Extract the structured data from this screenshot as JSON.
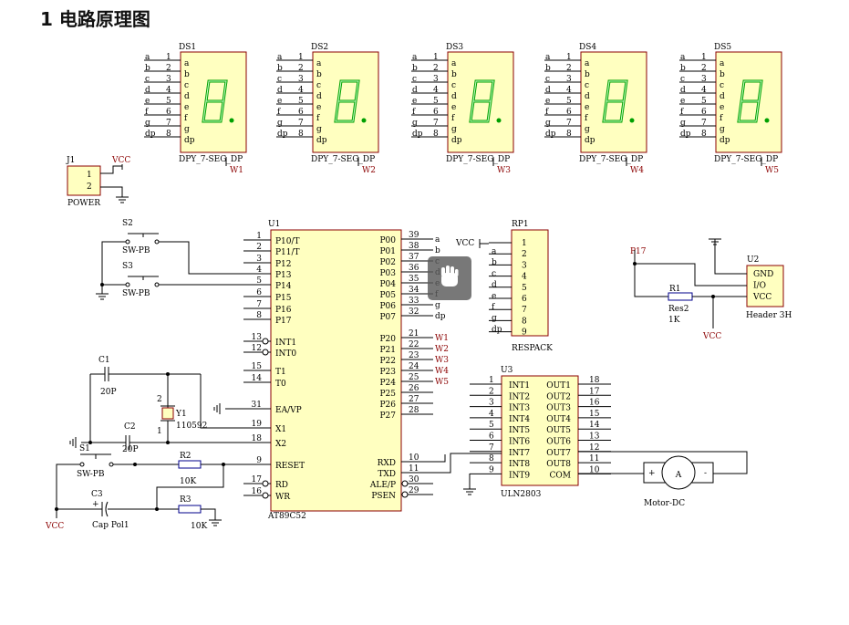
{
  "title": "1 电路原理图",
  "colors": {
    "body": "#ffffc0",
    "border": "#8b0000",
    "segment": "#00a000",
    "wire": "#000000"
  },
  "displays": [
    {
      "ref": "DS1",
      "type": "DPY_7-SEG_DP",
      "w": "W1"
    },
    {
      "ref": "DS2",
      "type": "DPY_7-SEG_DP",
      "w": "W2"
    },
    {
      "ref": "DS3",
      "type": "DPY_7-SEG_DP",
      "w": "W3"
    },
    {
      "ref": "DS4",
      "type": "DPY_7-SEG_DP",
      "w": "W4"
    },
    {
      "ref": "DS5",
      "type": "DPY_7-SEG_DP",
      "w": "W5"
    }
  ],
  "segment_pins": [
    {
      "net": "a",
      "num": "1",
      "name": "a"
    },
    {
      "net": "b",
      "num": "2",
      "name": "b"
    },
    {
      "net": "c",
      "num": "3",
      "name": "c"
    },
    {
      "net": "d",
      "num": "4",
      "name": "d"
    },
    {
      "net": "e",
      "num": "5",
      "name": "e"
    },
    {
      "net": "f",
      "num": "6",
      "name": "f"
    },
    {
      "net": "g",
      "num": "7",
      "name": "g"
    },
    {
      "net": "dp",
      "num": "8",
      "name": "dp"
    }
  ],
  "power": {
    "ref": "J1",
    "name": "POWER",
    "pins": [
      "1",
      "2"
    ],
    "vcc": "VCC"
  },
  "switches": [
    {
      "ref": "S2",
      "name": "SW-PB"
    },
    {
      "ref": "S3",
      "name": "SW-PB"
    },
    {
      "ref": "S1",
      "name": "SW-PB"
    }
  ],
  "mcu": {
    "ref": "U1",
    "name": "AT89C52",
    "left_pins": [
      {
        "num": "1",
        "name": "P10/T"
      },
      {
        "num": "2",
        "name": "P11/T"
      },
      {
        "num": "3",
        "name": "P12"
      },
      {
        "num": "4",
        "name": "P13"
      },
      {
        "num": "5",
        "name": "P14"
      },
      {
        "num": "6",
        "name": "P15"
      },
      {
        "num": "7",
        "name": "P16"
      },
      {
        "num": "8",
        "name": "P17"
      },
      {
        "num": "13",
        "name": "INT1"
      },
      {
        "num": "12",
        "name": "INT0"
      },
      {
        "num": "15",
        "name": "T1"
      },
      {
        "num": "14",
        "name": "T0"
      },
      {
        "num": "31",
        "name": "EA/VP"
      },
      {
        "num": "19",
        "name": "X1"
      },
      {
        "num": "18",
        "name": "X2"
      },
      {
        "num": "9",
        "name": "RESET"
      },
      {
        "num": "17",
        "name": "RD"
      },
      {
        "num": "16",
        "name": "WR"
      }
    ],
    "right_pins": [
      {
        "num": "39",
        "name": "P00",
        "net": "a"
      },
      {
        "num": "38",
        "name": "P01",
        "net": "b"
      },
      {
        "num": "37",
        "name": "P02",
        "net": "c"
      },
      {
        "num": "36",
        "name": "P03",
        "net": "d"
      },
      {
        "num": "35",
        "name": "P04",
        "net": "e"
      },
      {
        "num": "34",
        "name": "P05",
        "net": "f"
      },
      {
        "num": "33",
        "name": "P06",
        "net": "g"
      },
      {
        "num": "32",
        "name": "P07",
        "net": "dp"
      },
      {
        "num": "21",
        "name": "P20",
        "net": "W1"
      },
      {
        "num": "22",
        "name": "P21",
        "net": "W2"
      },
      {
        "num": "23",
        "name": "P22",
        "net": "W3"
      },
      {
        "num": "24",
        "name": "P23",
        "net": "W4"
      },
      {
        "num": "25",
        "name": "P24",
        "net": "W5"
      },
      {
        "num": "26",
        "name": "P25",
        "net": ""
      },
      {
        "num": "27",
        "name": "P26",
        "net": ""
      },
      {
        "num": "28",
        "name": "P27",
        "net": ""
      },
      {
        "num": "10",
        "name": "RXD",
        "net": ""
      },
      {
        "num": "11",
        "name": "TXD",
        "net": ""
      },
      {
        "num": "30",
        "name": "ALE/P",
        "net": ""
      },
      {
        "num": "29",
        "name": "PSEN",
        "net": ""
      }
    ]
  },
  "respack": {
    "ref": "RP1",
    "name": "RESPACK",
    "vcc": "VCC",
    "nets": [
      "a",
      "b",
      "c",
      "d",
      "e",
      "f",
      "g",
      "dp"
    ],
    "pins": [
      "1",
      "2",
      "3",
      "4",
      "5",
      "6",
      "7",
      "8",
      "9"
    ]
  },
  "sensor": {
    "ref": "U2",
    "name": "Header 3H",
    "pins": [
      "GND",
      "I/O",
      "VCC"
    ],
    "net": "P17",
    "resistor": {
      "ref": "R1",
      "type": "Res2",
      "value": "1K"
    },
    "vcc": "VCC"
  },
  "driver": {
    "ref": "U3",
    "name": "ULN2803",
    "left_pins": [
      {
        "num": "1",
        "name": "INT1"
      },
      {
        "num": "2",
        "name": "INT2"
      },
      {
        "num": "3",
        "name": "INT3"
      },
      {
        "num": "4",
        "name": "INT4"
      },
      {
        "num": "5",
        "name": "INT5"
      },
      {
        "num": "6",
        "name": "INT6"
      },
      {
        "num": "7",
        "name": "INT7"
      },
      {
        "num": "8",
        "name": "INT8"
      },
      {
        "num": "9",
        "name": "INT9"
      }
    ],
    "right_pins": [
      {
        "num": "18",
        "name": "OUT1"
      },
      {
        "num": "17",
        "name": "OUT2"
      },
      {
        "num": "16",
        "name": "OUT3"
      },
      {
        "num": "15",
        "name": "OUT4"
      },
      {
        "num": "14",
        "name": "OUT5"
      },
      {
        "num": "13",
        "name": "OUT6"
      },
      {
        "num": "12",
        "name": "OUT7"
      },
      {
        "num": "11",
        "name": "OUT8"
      },
      {
        "num": "10",
        "name": "COM"
      }
    ]
  },
  "motor": {
    "name": "Motor-DC",
    "symbol": "A",
    "plus": "+",
    "minus": "-"
  },
  "crystal": {
    "ref": "Y1",
    "value": "110592",
    "pins": [
      "2",
      "1"
    ]
  },
  "caps": [
    {
      "ref": "C1",
      "value": "20P"
    },
    {
      "ref": "C2",
      "value": "20P"
    },
    {
      "ref": "C3",
      "value": "Cap Pol1"
    }
  ],
  "resistors": [
    {
      "ref": "R2",
      "value": "10K"
    },
    {
      "ref": "R3",
      "value": "10K"
    }
  ],
  "vcc_label": "VCC"
}
